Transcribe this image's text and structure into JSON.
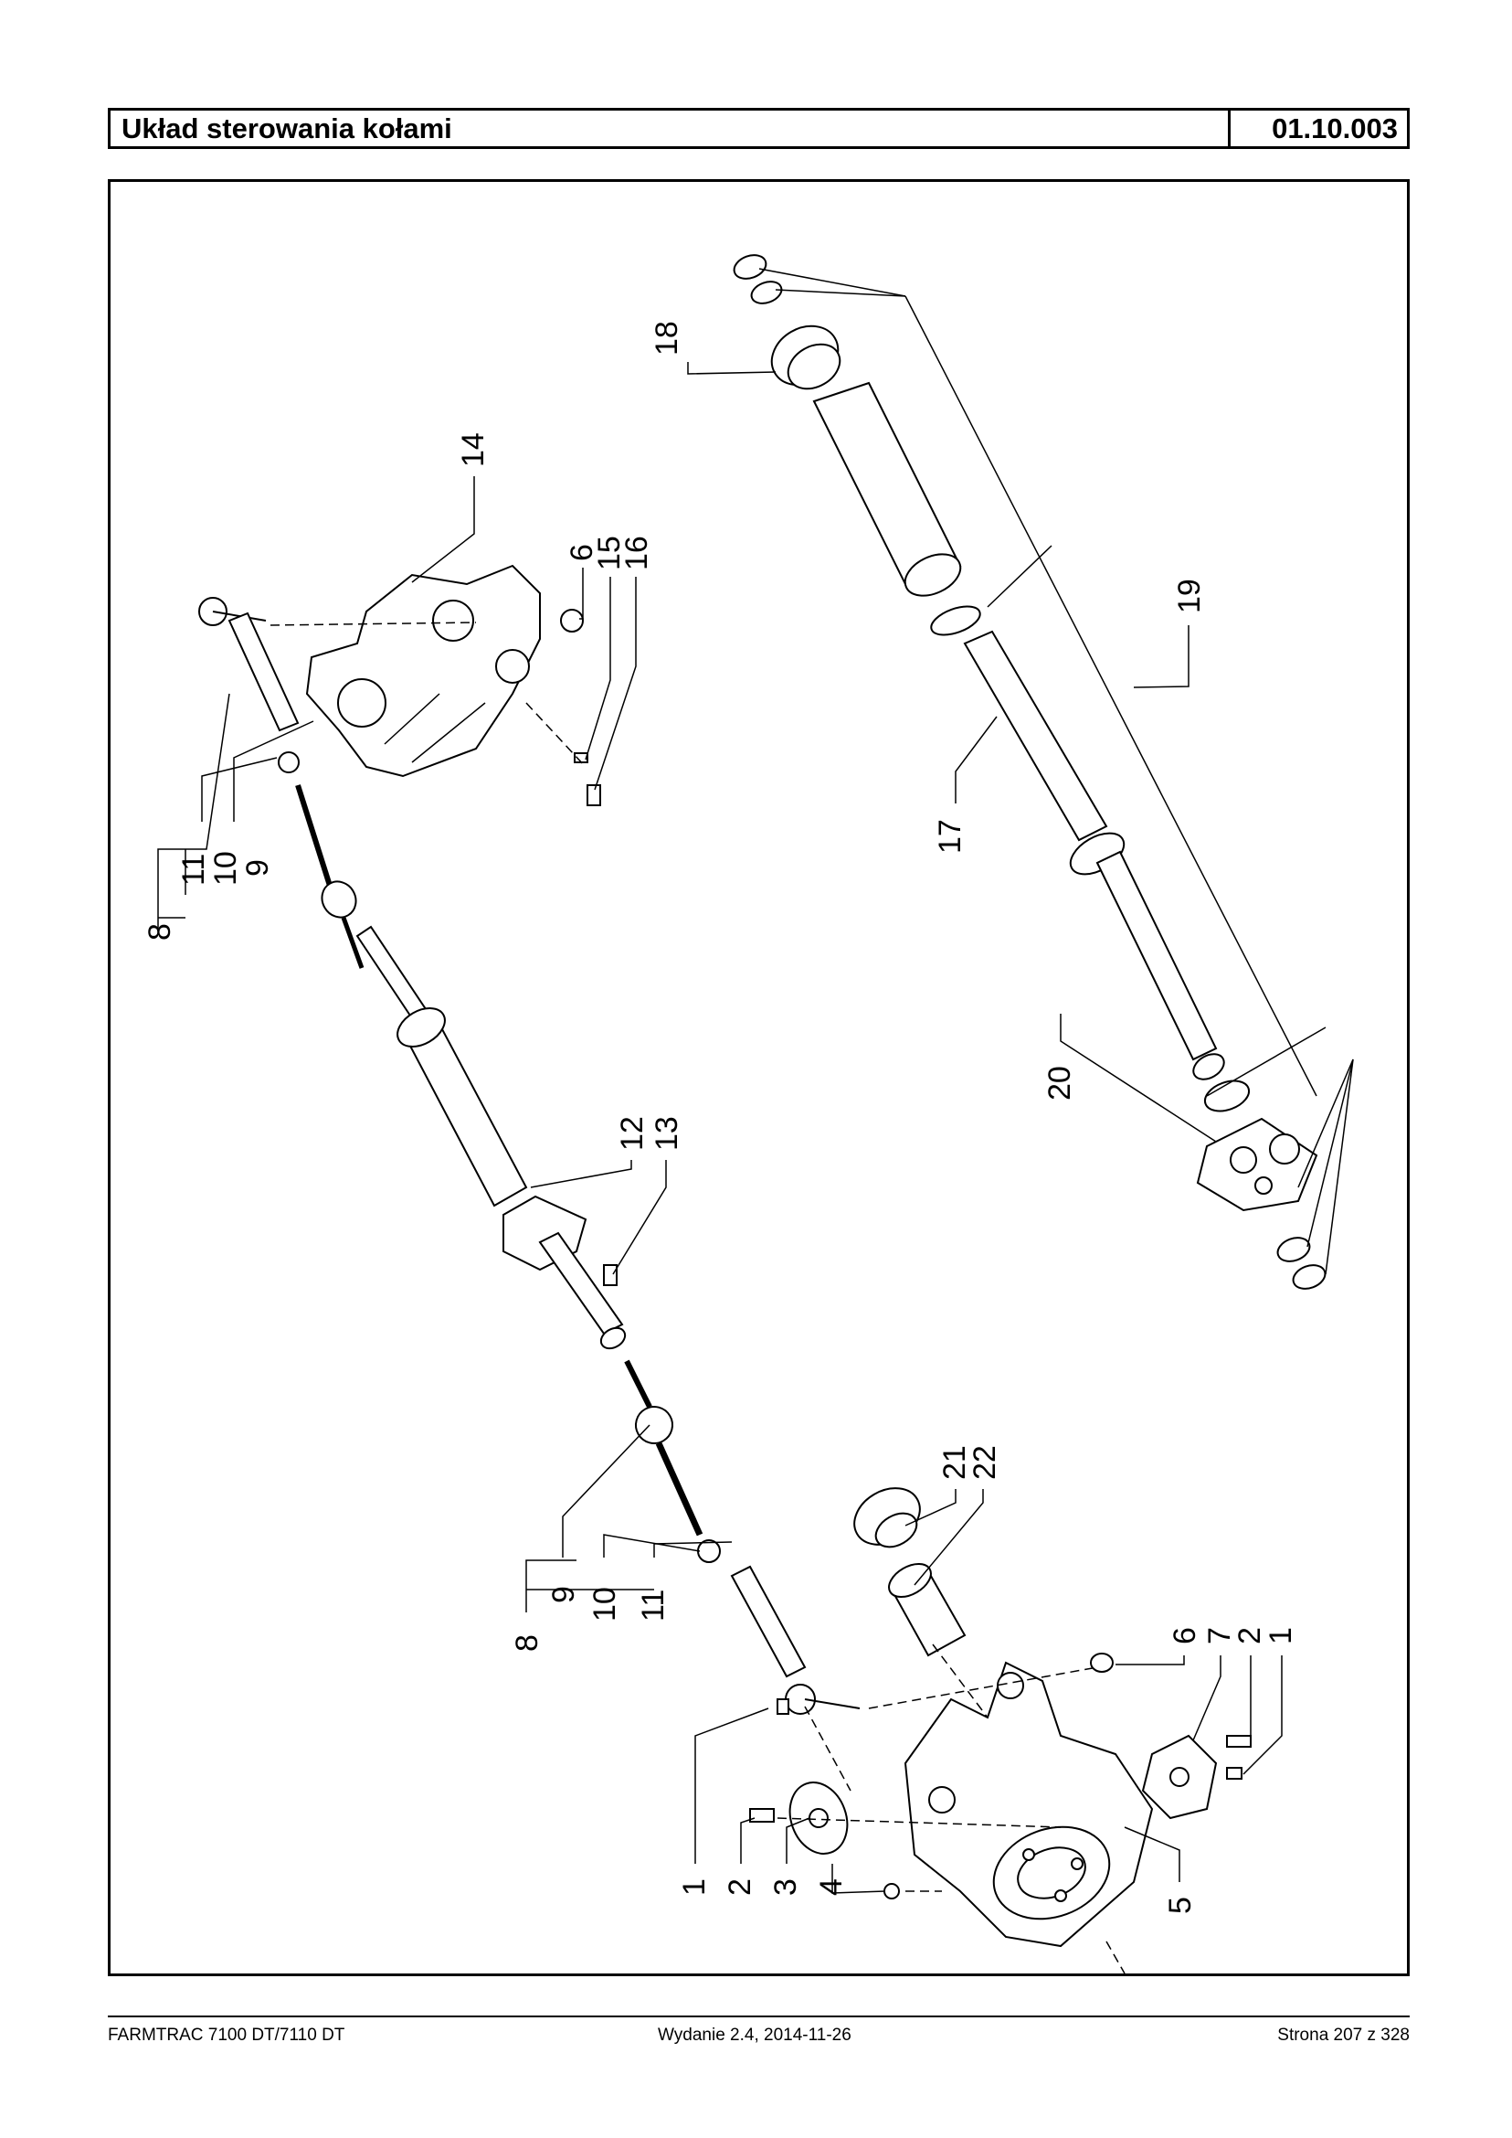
{
  "header": {
    "title": "Układ sterowania kołami",
    "code": "01.10.003"
  },
  "footer": {
    "model": "FARMTRAC 7100 DT/7110 DT",
    "edition": "Wydanie 2.4,  2014-11-26",
    "page": "Strona 207 z 328"
  },
  "callouts": [
    "1",
    "2",
    "3",
    "4",
    "5",
    "6",
    "7",
    "8",
    "9",
    "10",
    "11",
    "12",
    "13",
    "14",
    "15",
    "16",
    "17",
    "18",
    "19",
    "20",
    "21",
    "22"
  ]
}
